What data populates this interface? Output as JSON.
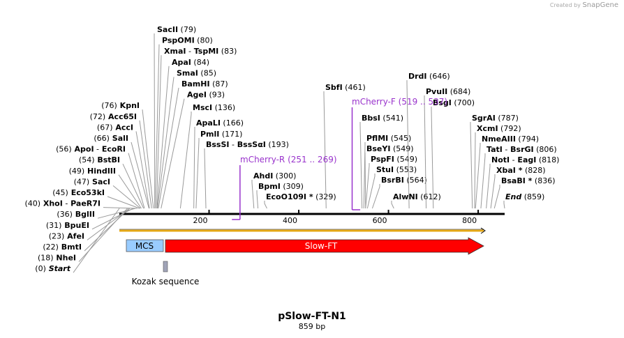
{
  "credit": {
    "prefix": "Created by",
    "brand": "SnapGene"
  },
  "map": {
    "name": "pSlow-FT-N1",
    "size_label": "859 bp",
    "length": 859
  },
  "ruler": [
    {
      "pos": 200,
      "label": "200"
    },
    {
      "pos": 400,
      "label": "400"
    },
    {
      "pos": 600,
      "label": "600"
    },
    {
      "pos": 800,
      "label": "800"
    }
  ],
  "left_labels": [
    {
      "pos": 79,
      "parts": [
        [
          "SacII",
          "b"
        ],
        [
          "(79)",
          "n"
        ]
      ]
    },
    {
      "pos": 80,
      "parts": [
        [
          "PspOMI",
          "b"
        ],
        [
          "(80)",
          "n"
        ]
      ]
    },
    {
      "pos": 83,
      "parts": [
        [
          "XmaI",
          "b"
        ],
        [
          "-",
          "n"
        ],
        [
          "TspMI",
          "b"
        ],
        [
          "(83)",
          "n"
        ]
      ]
    },
    {
      "pos": 84,
      "parts": [
        [
          "ApaI",
          "b"
        ],
        [
          "(84)",
          "n"
        ]
      ]
    },
    {
      "pos": 85,
      "parts": [
        [
          "SmaI",
          "b"
        ],
        [
          "(85)",
          "n"
        ]
      ]
    },
    {
      "pos": 87,
      "parts": [
        [
          "BamHI",
          "b"
        ],
        [
          "(87)",
          "n"
        ]
      ]
    },
    {
      "pos": 93,
      "parts": [
        [
          "AgeI",
          "b"
        ],
        [
          "(93)",
          "n"
        ]
      ]
    },
    {
      "pos": 76,
      "parts": [
        [
          "(76)",
          "n"
        ],
        [
          "KpnI",
          "b"
        ]
      ]
    },
    {
      "pos": 72,
      "parts": [
        [
          "(72)",
          "n"
        ],
        [
          "Acc65I",
          "b"
        ]
      ]
    },
    {
      "pos": 67,
      "parts": [
        [
          "(67)",
          "n"
        ],
        [
          "AccI",
          "b"
        ]
      ]
    },
    {
      "pos": 66,
      "parts": [
        [
          "(66)",
          "n"
        ],
        [
          "SalI",
          "b"
        ]
      ]
    },
    {
      "pos": 56,
      "parts": [
        [
          "(56)",
          "n"
        ],
        [
          "ApoI",
          "b"
        ],
        [
          "-",
          "n"
        ],
        [
          "EcoRI",
          "b"
        ]
      ]
    },
    {
      "pos": 54,
      "parts": [
        [
          "(54)",
          "n"
        ],
        [
          "BstBI",
          "b"
        ]
      ]
    },
    {
      "pos": 49,
      "parts": [
        [
          "(49)",
          "n"
        ],
        [
          "HindIII",
          "b"
        ]
      ]
    },
    {
      "pos": 47,
      "parts": [
        [
          "(47)",
          "n"
        ],
        [
          "SacI",
          "b"
        ]
      ]
    },
    {
      "pos": 45,
      "parts": [
        [
          "(45)",
          "n"
        ],
        [
          "Eco53kI",
          "b"
        ]
      ]
    },
    {
      "pos": 40,
      "parts": [
        [
          "(40)",
          "n"
        ],
        [
          "XhoI",
          "b"
        ],
        [
          "-",
          "n"
        ],
        [
          "PaeR7I",
          "b"
        ]
      ]
    },
    {
      "pos": 36,
      "parts": [
        [
          "(36)",
          "n"
        ],
        [
          "BglII",
          "b"
        ]
      ]
    },
    {
      "pos": 31,
      "parts": [
        [
          "(31)",
          "n"
        ],
        [
          "BpuEI",
          "b"
        ]
      ]
    },
    {
      "pos": 23,
      "parts": [
        [
          "(23)",
          "n"
        ],
        [
          "AfeI",
          "b"
        ]
      ]
    },
    {
      "pos": 22,
      "parts": [
        [
          "(22)",
          "n"
        ],
        [
          "BmtI",
          "b"
        ]
      ]
    },
    {
      "pos": 18,
      "parts": [
        [
          "(18)",
          "n"
        ],
        [
          "NheI",
          "b"
        ]
      ]
    },
    {
      "pos": 0,
      "parts": [
        [
          "(0)",
          "n"
        ],
        [
          "Start",
          "bi"
        ]
      ]
    }
  ],
  "mid_labels": [
    {
      "pos": 136,
      "parts": [
        [
          "MscI",
          "b"
        ],
        [
          "(136)",
          "n"
        ]
      ]
    },
    {
      "pos": 166,
      "parts": [
        [
          "ApaLI",
          "b"
        ],
        [
          "(166)",
          "n"
        ]
      ]
    },
    {
      "pos": 171,
      "parts": [
        [
          "PmlI",
          "b"
        ],
        [
          "(171)",
          "n"
        ]
      ]
    },
    {
      "pos": 193,
      "parts": [
        [
          "BssSI",
          "b"
        ],
        [
          "-",
          "n"
        ],
        [
          "BssSαI",
          "b"
        ],
        [
          "(193)",
          "n"
        ]
      ]
    },
    {
      "pos": 300,
      "parts": [
        [
          "AhdI",
          "b"
        ],
        [
          "(300)",
          "n"
        ]
      ]
    },
    {
      "pos": 309,
      "parts": [
        [
          "BpmI",
          "b"
        ],
        [
          "(309)",
          "n"
        ]
      ]
    },
    {
      "pos": 329,
      "parts": [
        [
          "EcoO109I *",
          "b"
        ],
        [
          "(329)",
          "n"
        ]
      ]
    },
    {
      "pos": 461,
      "parts": [
        [
          "SbfI",
          "b"
        ],
        [
          "(461)",
          "n"
        ]
      ]
    },
    {
      "pos": 541,
      "parts": [
        [
          "BbsI",
          "b"
        ],
        [
          "(541)",
          "n"
        ]
      ]
    },
    {
      "pos": 545,
      "parts": [
        [
          "PflMI",
          "b"
        ],
        [
          "(545)",
          "n"
        ]
      ]
    },
    {
      "pos": 549,
      "parts": [
        [
          "BseYI",
          "b"
        ],
        [
          "(549)",
          "n"
        ]
      ]
    },
    {
      "pos": 549,
      "parts": [
        [
          "PspFI",
          "b"
        ],
        [
          "(549)",
          "n"
        ]
      ]
    },
    {
      "pos": 553,
      "parts": [
        [
          "StuI",
          "b"
        ],
        [
          "(553)",
          "n"
        ]
      ]
    },
    {
      "pos": 564,
      "parts": [
        [
          "BsrBI",
          "b"
        ],
        [
          "(564)",
          "n"
        ]
      ]
    },
    {
      "pos": 612,
      "parts": [
        [
          "AlwNI",
          "b"
        ],
        [
          "(612)",
          "n"
        ]
      ]
    },
    {
      "pos": 646,
      "parts": [
        [
          "DrdI",
          "b"
        ],
        [
          "(646)",
          "n"
        ]
      ]
    },
    {
      "pos": 684,
      "parts": [
        [
          "PvuII",
          "b"
        ],
        [
          "(684)",
          "n"
        ]
      ]
    },
    {
      "pos": 700,
      "parts": [
        [
          "BsgI",
          "b"
        ],
        [
          "(700)",
          "n"
        ]
      ]
    },
    {
      "pos": 787,
      "parts": [
        [
          "SgrAI",
          "b"
        ],
        [
          "(787)",
          "n"
        ]
      ]
    },
    {
      "pos": 792,
      "parts": [
        [
          "XcmI",
          "b"
        ],
        [
          "(792)",
          "n"
        ]
      ]
    },
    {
      "pos": 794,
      "parts": [
        [
          "NmeAIII",
          "b"
        ],
        [
          "(794)",
          "n"
        ]
      ]
    },
    {
      "pos": 806,
      "parts": [
        [
          "TatI",
          "b"
        ],
        [
          "-",
          "n"
        ],
        [
          "BsrGI",
          "b"
        ],
        [
          "(806)",
          "n"
        ]
      ]
    },
    {
      "pos": 818,
      "parts": [
        [
          "NotI",
          "b"
        ],
        [
          "-",
          "n"
        ],
        [
          "EagI",
          "b"
        ],
        [
          "(818)",
          "n"
        ]
      ]
    },
    {
      "pos": 828,
      "parts": [
        [
          "XbaI *",
          "b"
        ],
        [
          "(828)",
          "n"
        ]
      ]
    },
    {
      "pos": 836,
      "parts": [
        [
          "BsaBI *",
          "b"
        ],
        [
          "(836)",
          "n"
        ]
      ]
    },
    {
      "pos": 859,
      "parts": [
        [
          "End",
          "bi"
        ],
        [
          "(859)",
          "n"
        ]
      ]
    }
  ],
  "primers": [
    {
      "name": "mCherry-R",
      "range": "(251 .. 269)",
      "start": 251,
      "end": 269,
      "direction": "reverse"
    },
    {
      "name": "mCherry-F",
      "range": "(519 .. 537)",
      "start": 519,
      "end": 537,
      "direction": "forward"
    }
  ],
  "features": [
    {
      "name": "MCS",
      "start": 14,
      "end": 96,
      "kind": "box",
      "color": "#99ccff"
    },
    {
      "name": "Slow-FT",
      "start": 101,
      "end": 859,
      "kind": "arrow",
      "color": "#ff0000"
    },
    {
      "name": "Kozak sequence",
      "start": 94,
      "end": 103,
      "kind": "small",
      "color": "#a0a4b8"
    }
  ],
  "colors": {
    "primer": "#9933cc",
    "line": "#999999",
    "backbone": "#000000",
    "orf": "#e6a817"
  }
}
